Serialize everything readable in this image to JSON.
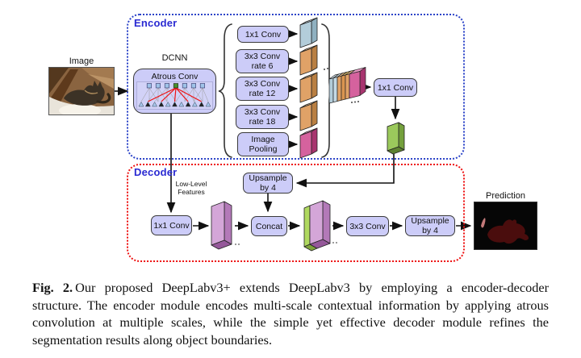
{
  "figure": {
    "input_image_label": "Image",
    "prediction_label": "Prediction",
    "encoder": {
      "label": "Encoder",
      "dcnn_label": "DCNN",
      "atrous_conv_label": "Atrous Conv",
      "aspp": [
        {
          "label": "1x1 Conv"
        },
        {
          "label": "3x3 Conv\nrate 6"
        },
        {
          "label": "3x3 Conv\nrate 12"
        },
        {
          "label": "3x3 Conv\nrate 18"
        },
        {
          "label": "Image\nPooling"
        }
      ],
      "conv_1x1_label": "1x1 Conv"
    },
    "decoder": {
      "label": "Decoder",
      "low_level_features_label": "Low-Level\nFeatures",
      "conv_1x1_label": "1x1 Conv",
      "upsample_label": "Upsample\nby 4",
      "concat_label": "Concat",
      "conv_3x3_label": "3x3 Conv",
      "upsample2_label": "Upsample\nby 4"
    },
    "colors": {
      "encoder_border": "#2b43c8",
      "decoder_border": "#ee1111",
      "region_label_blue": "#2a2ad2",
      "node_fill": "#ccccf8",
      "feature_blue": "#b3cdda",
      "feature_orange": "#e0a267",
      "feature_magenta": "#d5629e",
      "feature_green": "#9bc95c",
      "feature_pink": "#d4a6d8",
      "atrous_red_lines": "#ee1111"
    }
  },
  "caption": {
    "fig_label": "Fig. 2.",
    "text": "Our proposed DeepLabv3+ extends DeepLabv3 by employing a encoder-decoder structure. The encoder module encodes multi-scale contextual information by applying atrous convolution at multiple scales, while the simple yet effective decoder module refines the segmentation results along object boundaries."
  }
}
